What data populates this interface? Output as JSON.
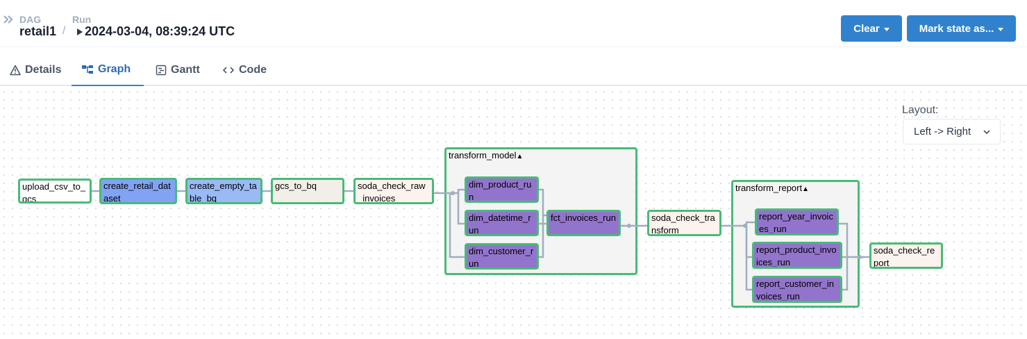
{
  "breadcrumb": {
    "dag_label": "DAG",
    "dag_value": "retail1",
    "separator": "/",
    "run_label": "Run",
    "run_value": "2024-03-04, 08:39:24 UTC"
  },
  "actions": {
    "clear_label": "Clear",
    "mark_state_label": "Mark state as..."
  },
  "tabs": [
    {
      "label": "Details",
      "icon": "warning-triangle-icon"
    },
    {
      "label": "Graph",
      "icon": "graph-icon",
      "active": true
    },
    {
      "label": "Gantt",
      "icon": "gantt-icon"
    },
    {
      "label": "Code",
      "icon": "code-icon"
    }
  ],
  "layout": {
    "label": "Layout:",
    "selected": "Left -> Right"
  },
  "groups": {
    "transform_model": "transform_model",
    "transform_report": "transform_report"
  },
  "nodes": {
    "upload_csv_to_gcs": "upload_csv_to_gcs",
    "create_retail_dataset": "create_retail_dataset",
    "create_empty_table_bq": "create_empty_table_bq",
    "gcs_to_bq": "gcs_to_bq",
    "soda_check_raw_invoices": "soda_check_raw_invoices",
    "dim_product_run": "dim_product_run",
    "dim_datetime_run": "dim_datetime_run",
    "dim_customer_run": "dim_customer_run",
    "fct_invoices_run": "fct_invoices_run",
    "soda_check_transform": "soda_check_transform",
    "report_year_invoices_run": "report_year_invoices_run",
    "report_product_invoices_run": "report_product_invoices_run",
    "report_customer_invoices_run": "report_customer_invoices_run",
    "soda_check_report": "soda_check_report"
  },
  "colors": {
    "accent": "#3182ce",
    "success_border": "#48bb78",
    "queued": "#82a3f4",
    "scheduled": "#9abaf6",
    "dbt_task": "#9274cc",
    "edge": "#a0aec0"
  }
}
